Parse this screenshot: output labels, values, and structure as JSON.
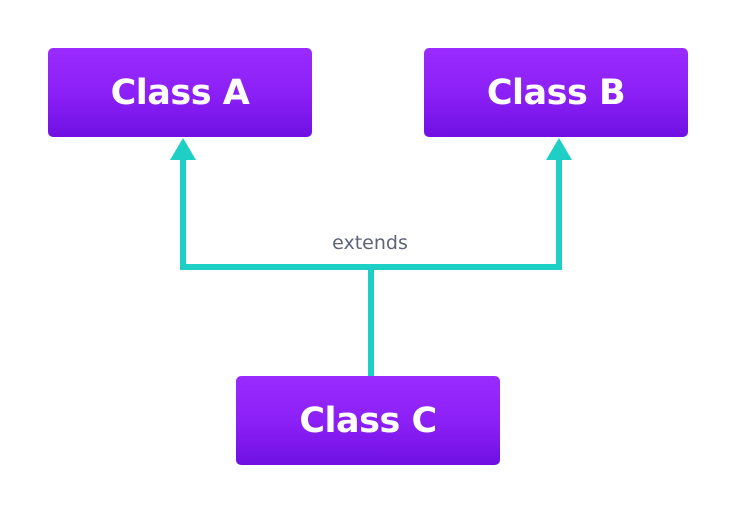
{
  "nodes": {
    "class_a": {
      "label": "Class A"
    },
    "class_b": {
      "label": "Class B"
    },
    "class_c": {
      "label": "Class C"
    }
  },
  "edge": {
    "label": "extends",
    "from": "Class C",
    "to": [
      "Class A",
      "Class B"
    ]
  },
  "colors": {
    "box_fill": "#8a1ff5",
    "box_text": "#ffffff",
    "connector": "#1ecfc6",
    "label_text": "#5f6378"
  }
}
